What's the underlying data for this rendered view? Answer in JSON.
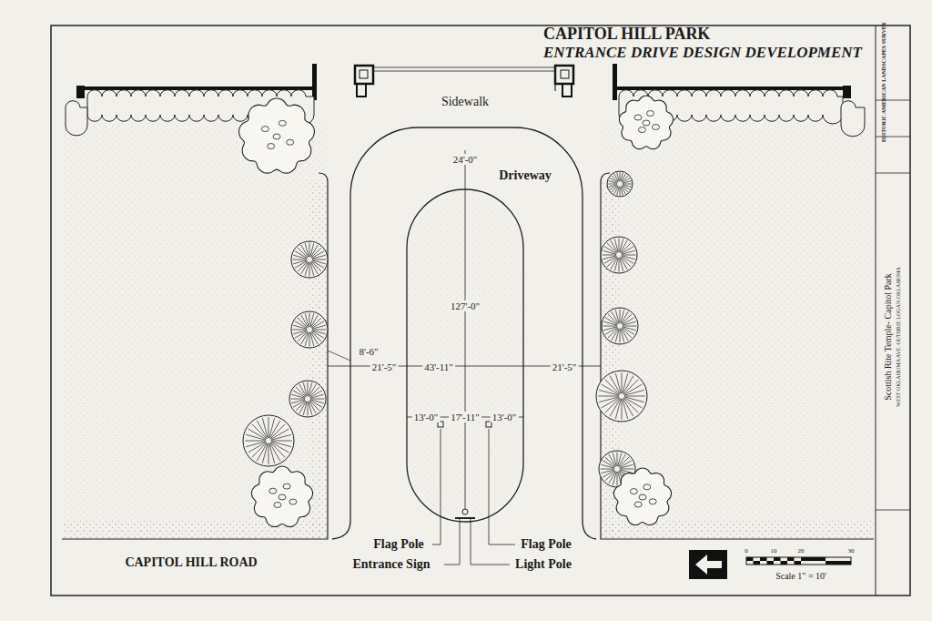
{
  "diagram": {
    "title": "CAPITOL HILL PARK",
    "labels": [
      "ENTRANCE DRIVE DESIGN DEVELOPMENT",
      "Sidewalk",
      "Driveway",
      "24'-0\"",
      "127'-0\"",
      "8'-6\"",
      "21'-5\"",
      "43'-11\"",
      "21'-5\"",
      "13'-0\"",
      "17'-11\"",
      "13'-0\"",
      "Flag Pole",
      "Flag Pole",
      "Entrance Sign",
      "Light Pole",
      "CAPITOL HILL ROAD",
      "Scale 1\" = 10'",
      "0",
      "10",
      "20",
      "30",
      "HISTORIC AMERICAN LANDSCAPES SURVEY",
      "Scottish Rite Temple- Capitol Park",
      "WEST OKLAHOMA AVE. GUTHRIE LOGAN OKLAHOMA"
    ]
  }
}
